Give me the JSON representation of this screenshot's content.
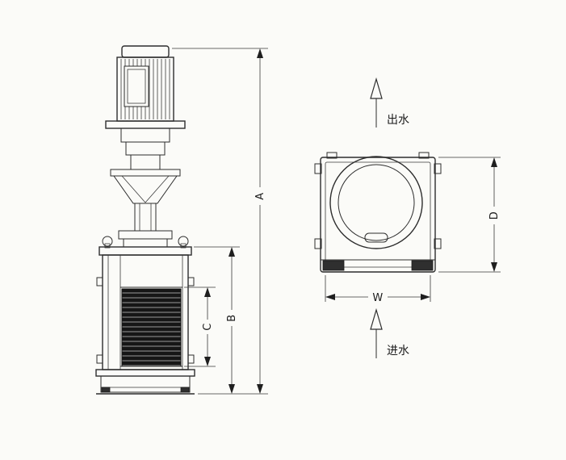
{
  "drawing": {
    "dimensions": {
      "a": "A",
      "b": "B",
      "c": "C",
      "d": "D",
      "w": "W"
    },
    "annotations": {
      "outlet": "出水",
      "inlet": "进水"
    },
    "colors": {
      "ink": "#2d2d2d",
      "paper": "#fbfbf8"
    }
  }
}
